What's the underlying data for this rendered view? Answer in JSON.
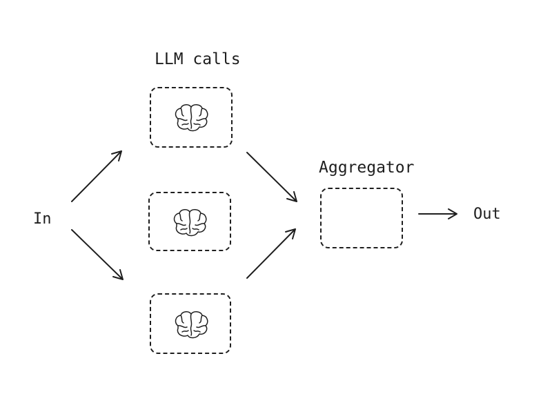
{
  "labels": {
    "llm_calls": "LLM calls",
    "aggregator": "Aggregator",
    "input": "In",
    "output": "Out"
  },
  "nodes": {
    "llm_calls": [
      {
        "icon": "brain-icon"
      },
      {
        "icon": "brain-icon"
      },
      {
        "icon": "brain-icon"
      }
    ],
    "aggregator": {
      "icon": "none"
    }
  },
  "edges": [
    {
      "from": "In",
      "to": "LLM call 1"
    },
    {
      "from": "In",
      "to": "LLM call 3"
    },
    {
      "from": "LLM call 1",
      "to": "Aggregator"
    },
    {
      "from": "LLM call 3",
      "to": "Aggregator"
    },
    {
      "from": "Aggregator",
      "to": "Out"
    }
  ],
  "colors": {
    "stroke": "#1e1e1e",
    "background": "#ffffff"
  }
}
